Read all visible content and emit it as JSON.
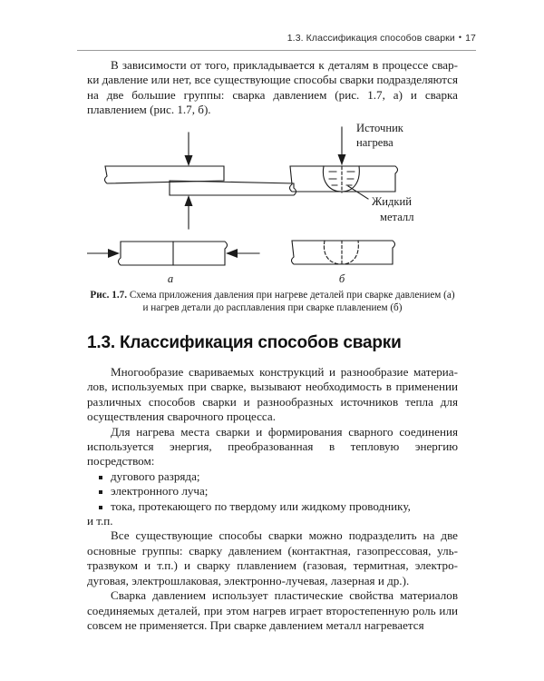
{
  "page": {
    "number": "17",
    "running_head": "1.3. Классификация способов сварки",
    "separator": "•"
  },
  "intro": {
    "paragraph": "В зависимости от того, прикладывается к деталям в процессе свар­ки давление или нет, все существующие способы сварки подразделя­ются на две большие группы: сварка давлением (рис. 1.7, а) и сварка плавлением (рис. 1.7, б)."
  },
  "figure": {
    "id": "Рис. 1.7.",
    "caption_line1": "Схема приложения давления при нагреве деталей при сварке",
    "caption_line2": "давлением (а) и нагрев детали до расплавления при сварке плавлением (б)",
    "labels": {
      "heat_source_line1": "Источник",
      "heat_source_line2": "нагрева",
      "liquid_metal_line1": "Жидкий",
      "liquid_metal_line2": "металл",
      "panel_a": "а",
      "panel_b": "б"
    },
    "stroke_color": "#1b1b1b"
  },
  "section": {
    "title": "1.3. Классификация способов сварки"
  },
  "content": {
    "para1": "Многообразие свариваемых конструкций и разнообразие материа­лов, используемых при сварке, вызывают необходимость в примене­нии различных способов сварки и разнообразных источников тепла для осуществления сварочного процесса.",
    "para2": "Для нагрева места сварки и формирования сварного соедине­ния используется энергия, преобразованная в тепловую энергию посредством:",
    "bullets": [
      "дугового разряда;",
      "электронного луча;",
      "тока, протекающего по твердому или жидкому проводнику,"
    ],
    "bullets_tail": "и т.п.",
    "para3": "Все существующие способы сварки можно подразделить на две основные группы: сварку давлением (контактная, газопрессовая, уль­тразвуком и т.п.) и сварку плавлением (газовая, термитная, электро­дуговая, электрошлаковая, электронно-лучевая, лазерная и др.).",
    "para4": "Сварка давлением использует пластические свойства материалов соединяемых деталей, при этом нагрев играет второстепенную роль или совсем не применяется. При сварке давлением металл нагревается"
  }
}
